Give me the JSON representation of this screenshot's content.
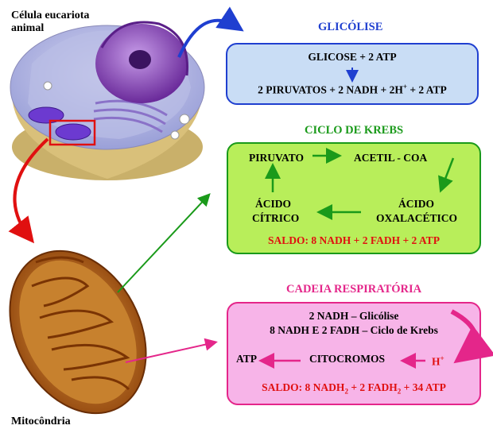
{
  "labels": {
    "cell": "Célula eucariota animal",
    "mito": "Mitocôndria"
  },
  "glicolise": {
    "title": "GLICÓLISE",
    "line1": "GLICOSE + 2 ATP",
    "line2_a": "2 PIRUVATOS + 2 NADH + 2H",
    "line2_sup": "+",
    "line2_b": " + 2 ATP"
  },
  "krebs": {
    "title": "CICLO DE KREBS",
    "piruvato": "PIRUVATO",
    "acetil": "ACETIL - COA",
    "acido_oxa_1": "ÁCIDO",
    "acido_oxa_2": "OXALACÉTICO",
    "acido_cit_1": "ÁCIDO",
    "acido_cit_2": "CÍTRICO",
    "saldo": "SALDO: 8 NADH + 2 FADH +  2 ATP"
  },
  "cadeia": {
    "title": "CADEIA RESPIRATÓRIA",
    "line1": "2 NADH – Glicólise",
    "line2": "8 NADH E 2 FADH – Ciclo de Krebs",
    "atp": "ATP",
    "citocromos": "CITOCROMOS",
    "h": "H",
    "h_sup": "+",
    "saldo_a": "SALDO: 8 NADH",
    "saldo_sub1": "2",
    "saldo_b": " + 2 FADH",
    "saldo_sub2": "2",
    "saldo_c": " +  34 ATP"
  },
  "colors": {
    "blue": "#1f3fd0",
    "green": "#1a9a1a",
    "red": "#e01010",
    "magenta": "#e4268a",
    "gli_fill": "#c9ddf5",
    "krebs_fill": "#b8ee5a",
    "cad_fill": "#f7b4e8"
  }
}
